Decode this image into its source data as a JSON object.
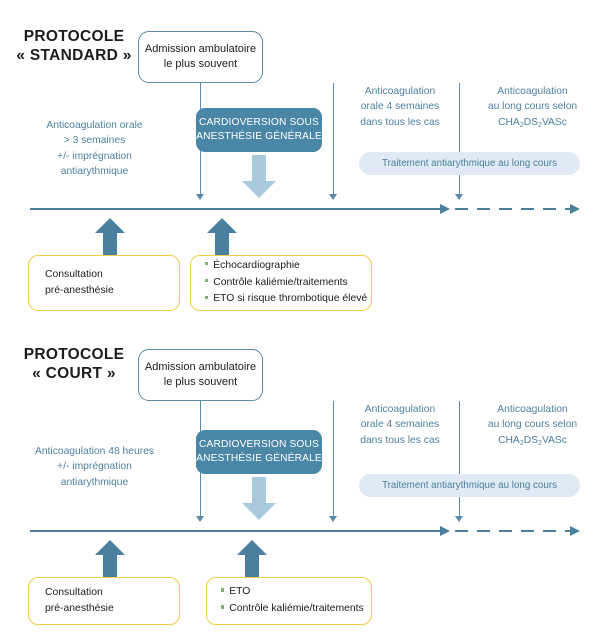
{
  "diagram": {
    "title_semantic": "cardioversion-protocols-flowchart",
    "colors": {
      "dark_blue": "#4a7f9e",
      "box_blue": "#4a86a6",
      "light_blue_arrow": "#a9c9dd",
      "pill_bg": "#dfeaf4",
      "text_blue": "#4d7f9e",
      "yellow_border": "#f2ce45",
      "bullet_green": "#7fae72"
    }
  },
  "protocols": [
    {
      "id": "standard",
      "title_line1": "PROTOCOLE",
      "title_line2": "« STANDARD »",
      "admission": "Admission ambulatoire le plus souvent",
      "admission_line1": "Admission ambulatoire",
      "admission_line2": "le plus souvent",
      "cardioversion_line1": "CARDIOVERSION SOUS",
      "cardioversion_line2": "ANESTHÉSIE GÉNÉRALE",
      "left_anticoag": [
        "Anticoagulation orale",
        "> 3 semaines",
        "+/- imprégnation",
        "antiarythmique"
      ],
      "mid_anticoag": [
        "Anticoagulation",
        "orale 4 semaines",
        "dans tous les cas"
      ],
      "right_anticoag": [
        "Anticoagulation",
        "au long cours selon"
      ],
      "right_anticoag_score": "CHA2DS2-VASc",
      "treatment_pill": "Traitement antiarythmique au long cours",
      "consult_box": {
        "line1": "Consultation",
        "line2": "pré-anesthésie"
      },
      "checklist_box": [
        "Échocardiographie",
        "Contrôle kaliémie/traitements",
        "ETO si risque thrombotique élevé"
      ]
    },
    {
      "id": "court",
      "title_line1": "PROTOCOLE",
      "title_line2": "« COURT »",
      "admission": "Admission ambulatoire le plus souvent",
      "admission_line1": "Admission ambulatoire",
      "admission_line2": "le plus souvent",
      "cardioversion_line1": "CARDIOVERSION SOUS",
      "cardioversion_line2": "ANESTHÉSIE GÉNÉRALE",
      "left_anticoag": [
        "Anticoagulation 48 heures",
        "+/- imprégnation",
        "antiarythmique"
      ],
      "mid_anticoag": [
        "Anticoagulation",
        "orale 4 semaines",
        "dans tous les cas"
      ],
      "right_anticoag": [
        "Anticoagulation",
        "au long cours selon"
      ],
      "right_anticoag_score": "CHA2DS2-VASc",
      "treatment_pill": "Traitement antiarythmique au long cours",
      "consult_box": {
        "line1": "Consultation",
        "line2": "pré-anesthésie"
      },
      "checklist_box": [
        "ETO",
        "Contrôle kaliémie/traitements"
      ]
    }
  ]
}
